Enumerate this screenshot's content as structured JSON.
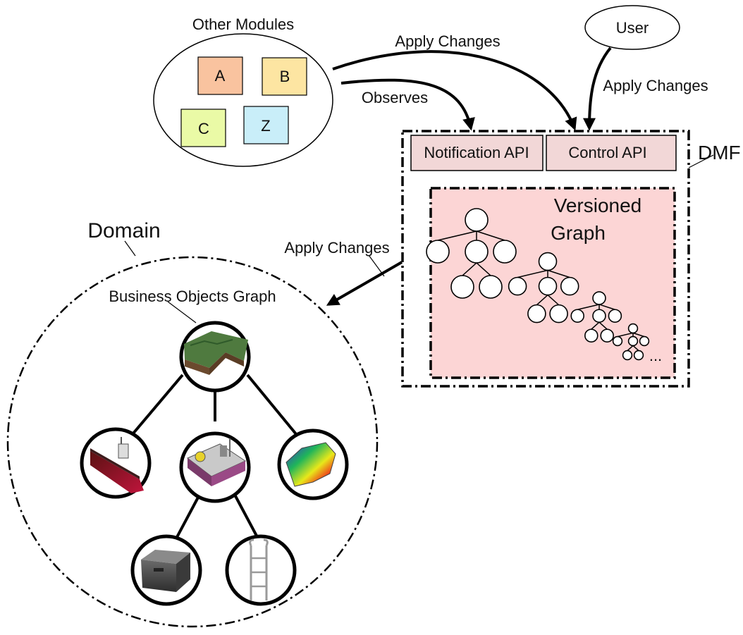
{
  "other_modules": {
    "title": "Other Modules",
    "modules": [
      {
        "label": "A",
        "color": "#f9c39f"
      },
      {
        "label": "B",
        "color": "#fde5a2"
      },
      {
        "label": "C",
        "color": "#eafaa6"
      },
      {
        "label": "Z",
        "color": "#c9eef9"
      }
    ]
  },
  "user": {
    "label": "User"
  },
  "arrows": {
    "modules_to_control": "Apply Changes",
    "modules_observe": "Observes",
    "user_to_control": "Apply Changes",
    "dmf_to_domain": "Apply Changes"
  },
  "dmf": {
    "label": "DMF",
    "notification_api": "Notification API",
    "control_api": "Control API",
    "api_color": "#f2d7d7",
    "versioned_graph": {
      "line1": "Versioned",
      "line2": "Graph",
      "fill": "#fcd5d5",
      "more": "..."
    }
  },
  "domain": {
    "label": "Domain",
    "graph_label": "Business Objects Graph",
    "nodes": [
      {
        "name": "terrain-node",
        "icon": "terrain-block-icon"
      },
      {
        "name": "tanker-node",
        "icon": "oil-tanker-icon"
      },
      {
        "name": "platform-node",
        "icon": "offshore-platform-icon"
      },
      {
        "name": "reservoir-node",
        "icon": "reservoir-surface-icon"
      },
      {
        "name": "container-node",
        "icon": "metal-container-icon"
      },
      {
        "name": "ladder-node",
        "icon": "ladder-icon"
      }
    ]
  }
}
